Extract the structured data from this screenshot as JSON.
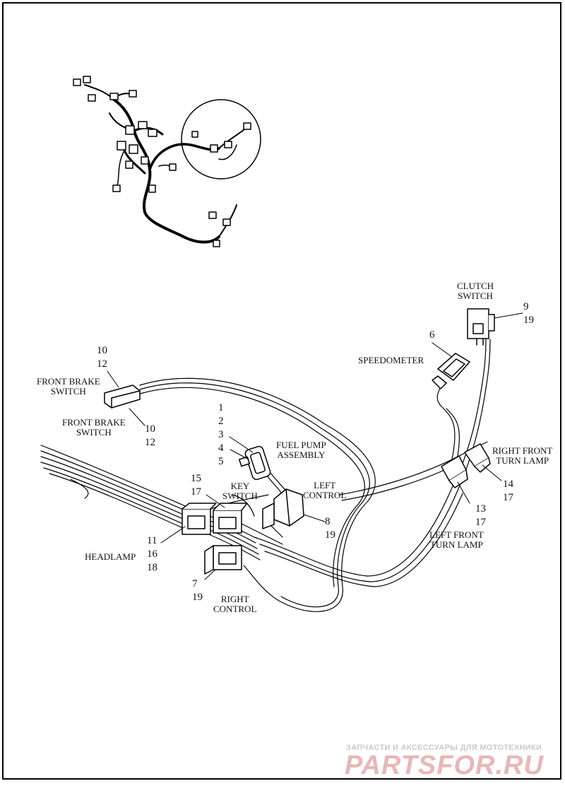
{
  "labels": {
    "clutch_switch": [
      "CLUTCH",
      "SWITCH"
    ],
    "speedometer": "SPEEDOMETER",
    "front_brake_switch_top": [
      "FRONT BRAKE",
      "SWITCH"
    ],
    "front_brake_switch_bottom": [
      "FRONT BRAKE",
      "SWITCH"
    ],
    "fuel_pump_assembly": [
      "FUEL PUMP",
      "ASSEMBLY"
    ],
    "key_switch": [
      "KEY",
      "SWITCH"
    ],
    "left_control": [
      "LEFT",
      "CONTROL"
    ],
    "right_front_turn_lamp": [
      "RIGHT FRONT",
      "TURN LAMP"
    ],
    "left_front_turn_lamp": [
      "LEFT FRONT",
      "TURN LAMP"
    ],
    "headlamp": "HEADLAMP",
    "right_control": [
      "RIGHT",
      "CONTROL"
    ]
  },
  "callouts": {
    "clutch_switch": [
      "9",
      "19"
    ],
    "speedometer": [
      "6"
    ],
    "front_brake_switch_top": [
      "10",
      "12"
    ],
    "front_brake_switch_bottom": [
      "10",
      "12"
    ],
    "fuel_pump_assembly": [
      "1",
      "2",
      "3",
      "4",
      "5"
    ],
    "key_switch": [
      "15",
      "17"
    ],
    "left_control": [
      "8",
      "19"
    ],
    "right_front_turn_lamp": [
      "14",
      "17"
    ],
    "left_front_turn_lamp": [
      "13",
      "17"
    ],
    "headlamp": [
      "11",
      "16",
      "18"
    ],
    "right_control": [
      "7",
      "19"
    ]
  },
  "watermark": {
    "line1": "ЗАПЧАСТИ И АКСЕССУАРЫ ДЛЯ МОТОТЕХНИКИ",
    "line2": "PARTSFOR.RU"
  }
}
